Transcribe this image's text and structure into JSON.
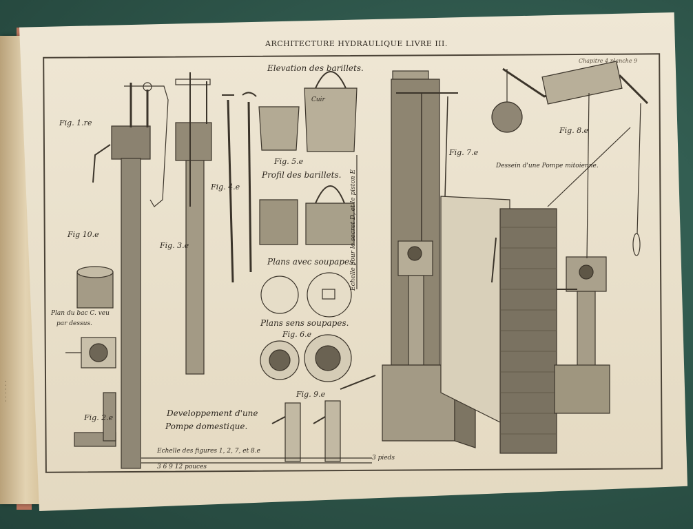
{
  "header": "ARCHITECTURE HYDRAULIQUE LIVRE III.",
  "chapter_note": "Chapitre 4 planche 9",
  "labels": {
    "fig1": "Fig. 1.re",
    "fig2": "Fig. 2.e",
    "fig3": "Fig. 3.e",
    "fig4": "Fig. 4.e",
    "fig5": "Fig. 5.e",
    "fig6": "Fig. 6.e",
    "fig7": "Fig. 7.e",
    "fig8": "Fig. 8.e",
    "fig9": "Fig. 9.e",
    "fig10": "Fig 10.e",
    "elevation": "Elevation des barillets.",
    "profil": "Profil des barillets.",
    "cuir": "Cuir",
    "plans_avec": "Plans avec soupapes.",
    "plans_sans": "Plans sens soupapes.",
    "plan_bac_1": "Plan du bac C. veu",
    "plan_bac_2": "par dessus.",
    "developpement_1": "Developpement d'une",
    "developpement_2": "Pompe domestique.",
    "dessein": "Dessein d'une Pompe mitoienne.",
    "scale_vertical": "Echelle pour le secret D, et le piston E",
    "scale_bottom": "Echelle des figures 1, 2, 7, et 8.e",
    "scale_bottom_2": "3  6  9  12 pouces",
    "scale_pieds": "3 pieds"
  }
}
